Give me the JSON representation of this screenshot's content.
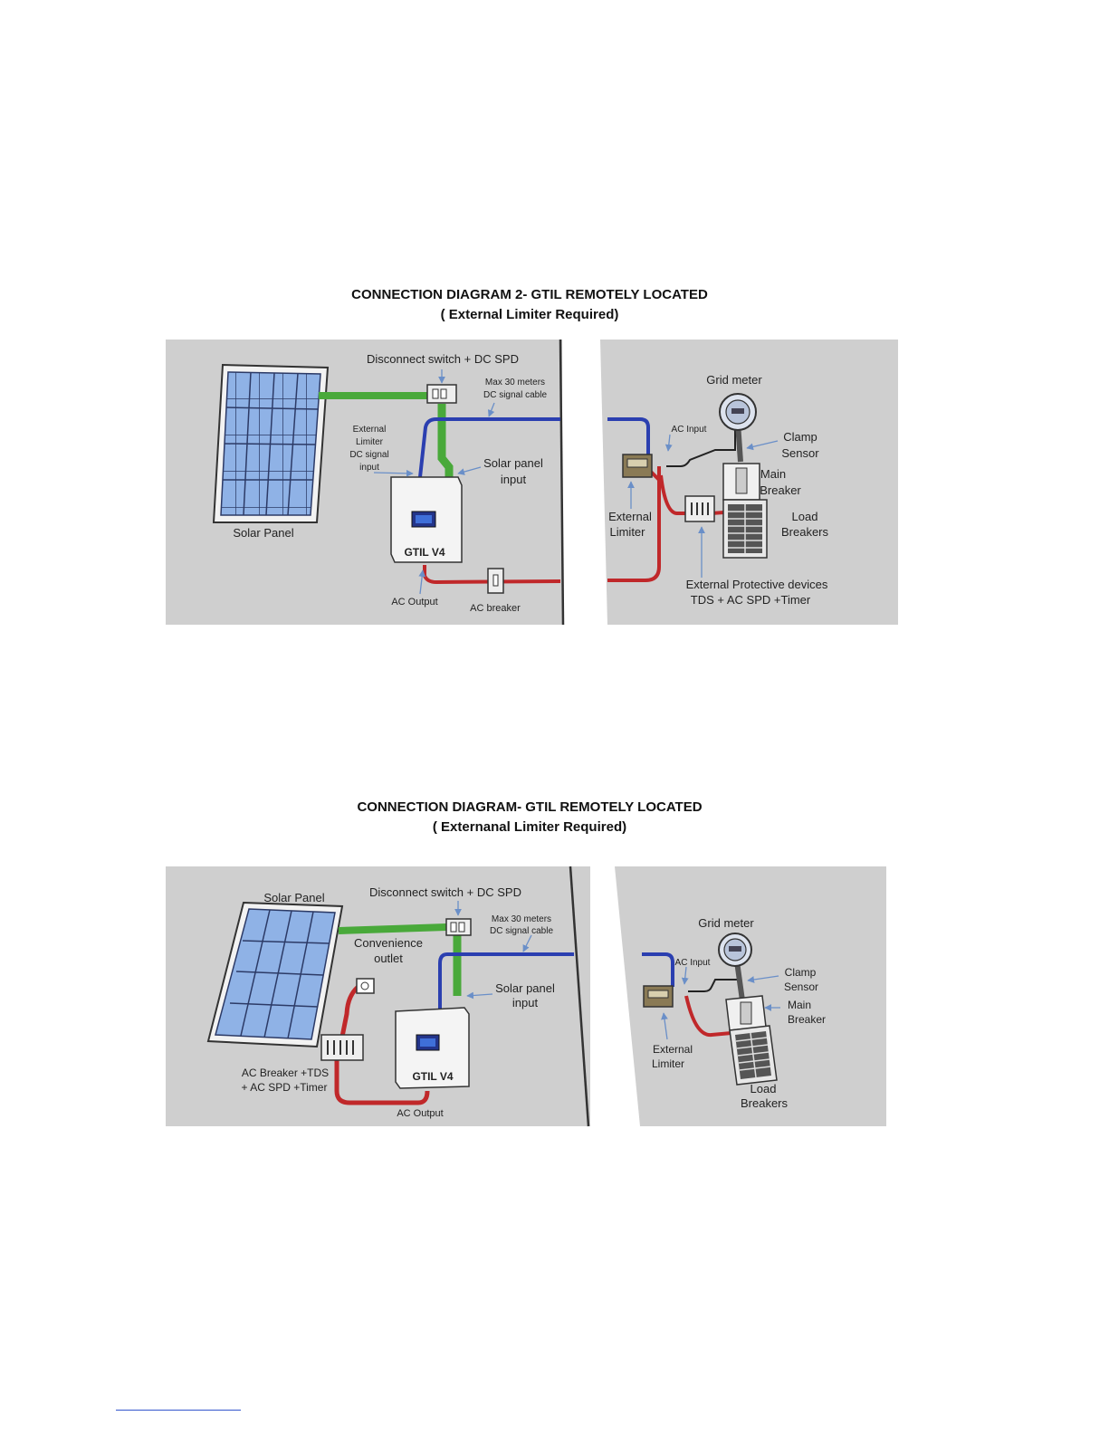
{
  "diagram1": {
    "title": "CONNECTION DIAGRAM 2- GTIL REMOTELY LOCATED",
    "subtitle": "( External Limiter Required)",
    "labels": {
      "disconnect": "Disconnect  switch + DC SPD",
      "max1": "Max 30 meters",
      "max2": "DC signal cable",
      "ext1": "External",
      "ext2": "Limiter",
      "ext3": "DC signal",
      "ext4": "input",
      "spi1": "Solar panel",
      "spi2": "input",
      "inverter": "GTIL V4",
      "solar_panel": "Solar Panel",
      "ac_output": "AC Output",
      "ac_breaker": "AC breaker",
      "grid_meter": "Grid meter",
      "ac_input": "AC Input",
      "clamp1": "Clamp",
      "clamp2": "Sensor",
      "main1": "Main",
      "main2": "Breaker",
      "load1": "Load",
      "load2": "Breakers",
      "limiter1": "External",
      "limiter2": "Limiter",
      "prot1": "External Protective devices",
      "prot2": "TDS + AC SPD +Timer"
    }
  },
  "diagram2": {
    "title": "CONNECTION DIAGRAM- GTIL REMOTELY LOCATED",
    "subtitle": "( Externanal Limiter Required)",
    "labels": {
      "solar_panel": "Solar Panel",
      "disconnect": "Disconnect  switch + DC SPD",
      "max1": "Max 30 meters",
      "max2": "DC signal cable",
      "conv1": "Convenience",
      "conv2": "outlet",
      "spi1": "Solar panel",
      "spi2": "input",
      "acb1": "AC Breaker +TDS",
      "acb2": "+ AC SPD +Timer",
      "inverter": "GTIL V4",
      "ac_output": "AC Output",
      "grid_meter": "Grid meter",
      "ac_input": "AC Input",
      "clamp1": "Clamp",
      "clamp2": "Sensor",
      "main1": "Main",
      "main2": "Breaker",
      "limiter1": "External",
      "limiter2": "Limiter",
      "load1": "Load",
      "load2": "Breakers"
    }
  },
  "colors": {
    "background": "#cfcfcf",
    "dc_cable": "#49a93a",
    "signal_cable": "#2b3fb0",
    "ac_cable": "#c0282a",
    "panel_cell": "#8fb2e6",
    "arrow": "#6a8fc8"
  }
}
